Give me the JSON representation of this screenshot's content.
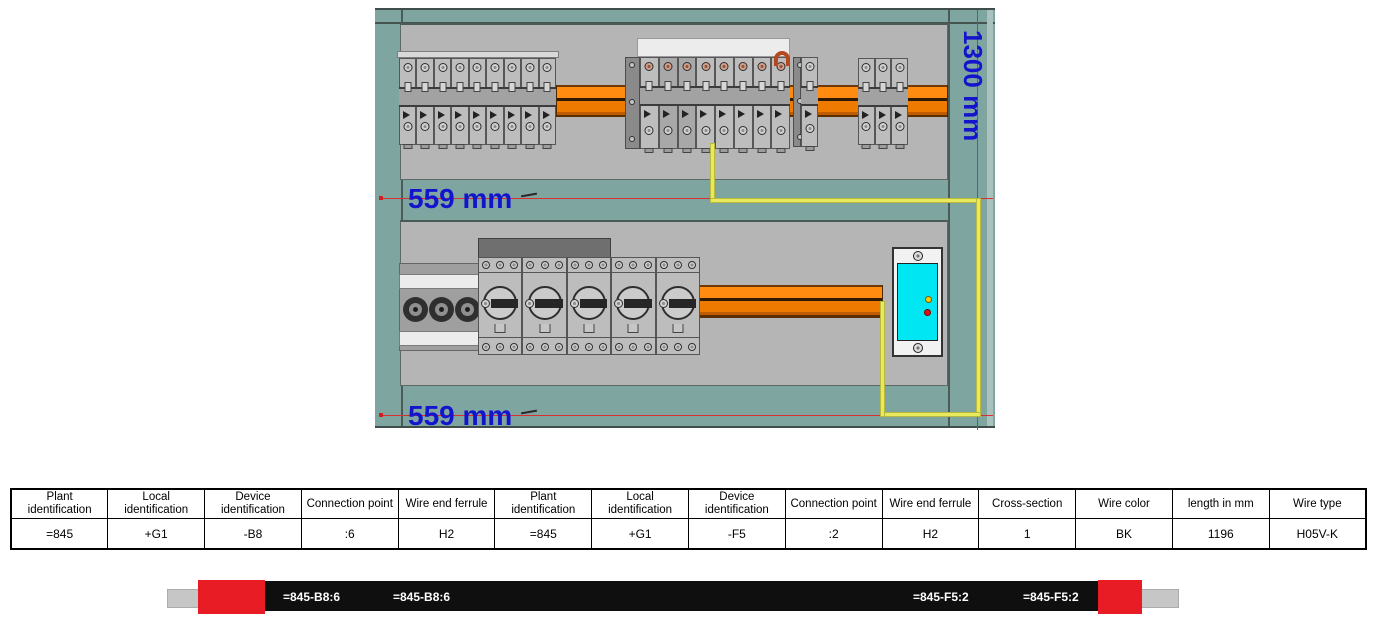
{
  "panel_view": {
    "dimensions": {
      "width_top_label": "559 mm",
      "width_bottom_label": "559 mm",
      "height_label": "1300 mm"
    },
    "components": {
      "breaker_group_left_count": 9,
      "breaker_group_middle_count": 8,
      "breaker_single_count": 1,
      "breaker_group_right_count": 3,
      "motor_starter_count": 5,
      "cable_gland_count": 3
    },
    "colors": {
      "cabinet_teal": "#7fa5a1",
      "mounting_plate_gray": "#b5b5b5",
      "busbar_orange": "#f57900",
      "wire_route_yellow": "#e9e95e",
      "dimension_line_red": "#d83030",
      "dimension_text_blue": "#1414cc",
      "device_cyan": "#00e6f2"
    }
  },
  "table": {
    "headers": [
      "Plant identification",
      "Local identification",
      "Device identification",
      "Connection point",
      "Wire end ferrule",
      "Plant identification",
      "Local identification",
      "Device identification",
      "Connection point",
      "Wire end ferrule",
      "Cross-section",
      "Wire color",
      "length in mm",
      "Wire type"
    ],
    "row": [
      "=845",
      "+G1",
      "-B8",
      ":6",
      "H2",
      "=845",
      "+G1",
      "-F5",
      ":2",
      "H2",
      "1",
      "BK",
      "1196",
      "H05V-K"
    ]
  },
  "wire_graphic": {
    "labels": [
      "=845-B8:6",
      "=845-B8:6",
      "=845-F5:2",
      "=845-F5:2"
    ],
    "colors": {
      "insulation_black": "#0f0f0f",
      "ferrule_red": "#e81c24",
      "stripped_end_gray": "#c6c6c6"
    }
  }
}
